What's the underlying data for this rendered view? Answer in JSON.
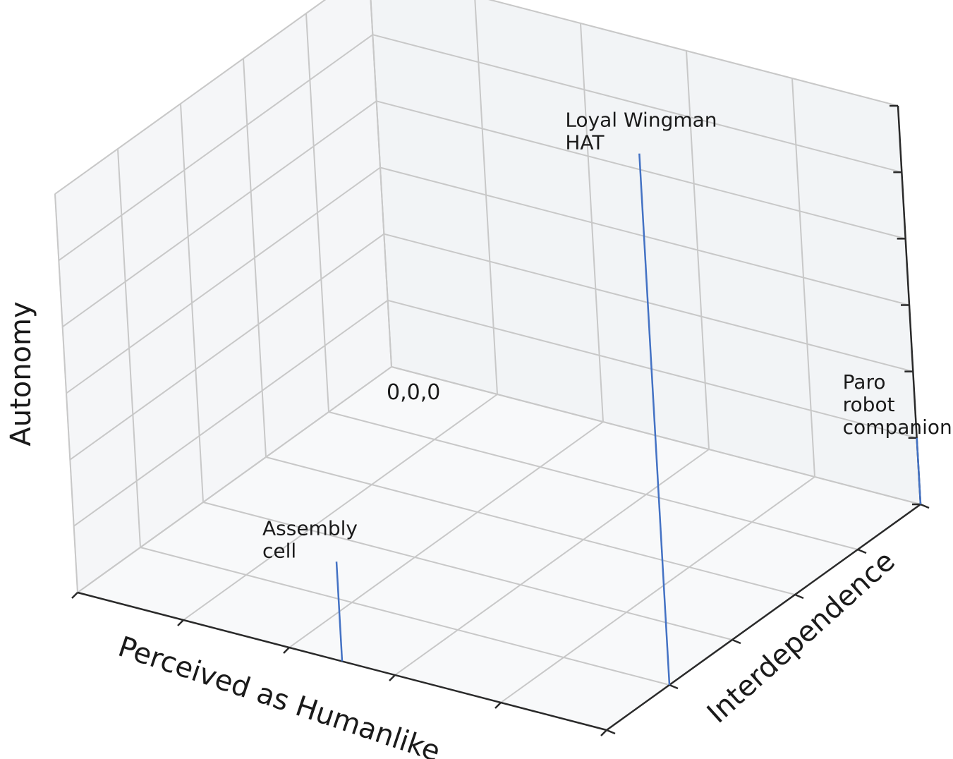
{
  "chart_data": {
    "type": "scatter",
    "title": "",
    "xlabel": "Perceived as Humanlike",
    "ylabel": "Interdependence",
    "zlabel": "Autonomy",
    "xlim": [
      0,
      5
    ],
    "ylim": [
      0,
      5
    ],
    "zlim": [
      0,
      6
    ],
    "grid": true,
    "stems": true,
    "origin_annotation": "0,0,0",
    "points": [
      {
        "label": [
          "Assembly",
          "cell"
        ],
        "x": 2.5,
        "y": 0.0,
        "z": 1.5
      },
      {
        "label": [
          "Loyal Wingman",
          "HAT"
        ],
        "x": 5.0,
        "y": 1.0,
        "z": 8.0
      },
      {
        "label": [
          "Paro",
          "robot",
          "companion"
        ],
        "x": 5.0,
        "y": 5.0,
        "z": 1.0
      }
    ],
    "colors": {
      "stem": "#4472c4"
    }
  }
}
